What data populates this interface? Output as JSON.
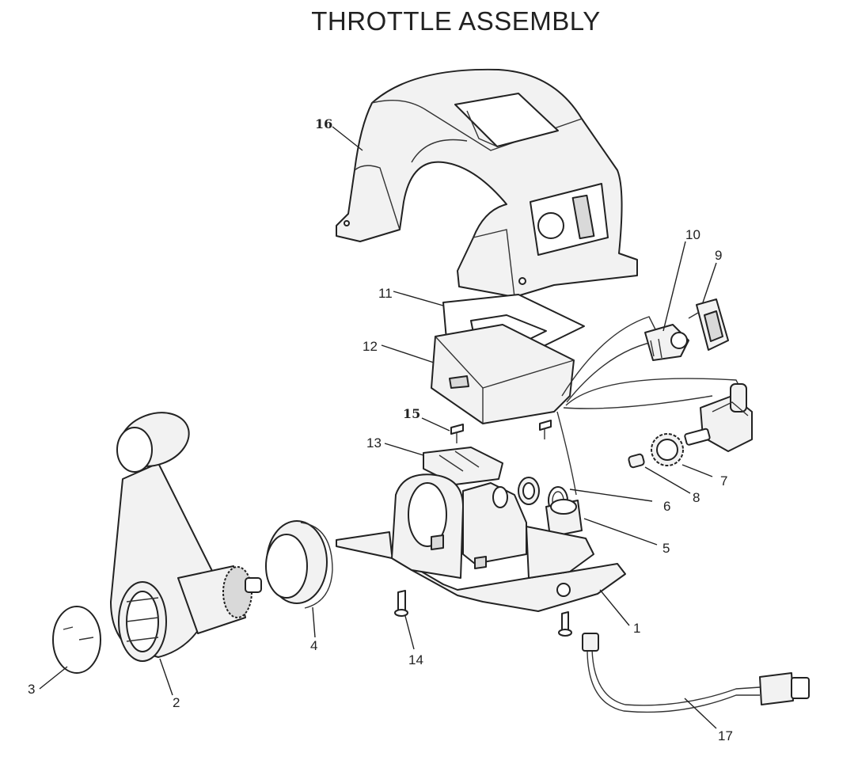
{
  "title": "THROTTLE ASSEMBLY",
  "parts": [
    {
      "number": "1"
    },
    {
      "number": "2"
    },
    {
      "number": "3"
    },
    {
      "number": "4"
    },
    {
      "number": "5"
    },
    {
      "number": "6"
    },
    {
      "number": "7"
    },
    {
      "number": "8"
    },
    {
      "number": "9"
    },
    {
      "number": "10"
    },
    {
      "number": "11"
    },
    {
      "number": "12"
    },
    {
      "number": "13"
    },
    {
      "number": "14"
    },
    {
      "number": "15"
    },
    {
      "number": "16"
    },
    {
      "number": "17"
    }
  ]
}
